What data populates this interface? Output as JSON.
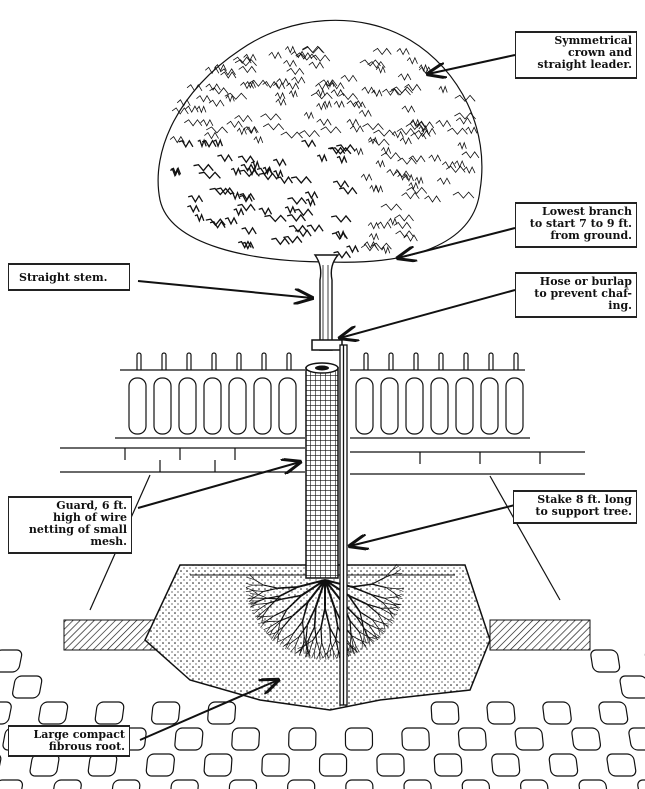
{
  "title": "Street tree planting illustration",
  "labels": {
    "crown": "Symmetrical\ncrown and\nstraight leader.",
    "lowest_branch": "Lowest branch\nto start 7 to 9 ft.\nfrom ground.",
    "hose": "Hose or burlap\nto prevent chaf-\ning.",
    "stem": "Straight stem.",
    "guard": "Guard, 6 ft.\nhigh of wire\nnetting of small\nmesh.",
    "stake": "Stake 8 ft. long\nto support tree.",
    "root": "Large compact\nfibrous root."
  },
  "colors": {
    "ink": "#111111",
    "paper": "#ffffff"
  }
}
